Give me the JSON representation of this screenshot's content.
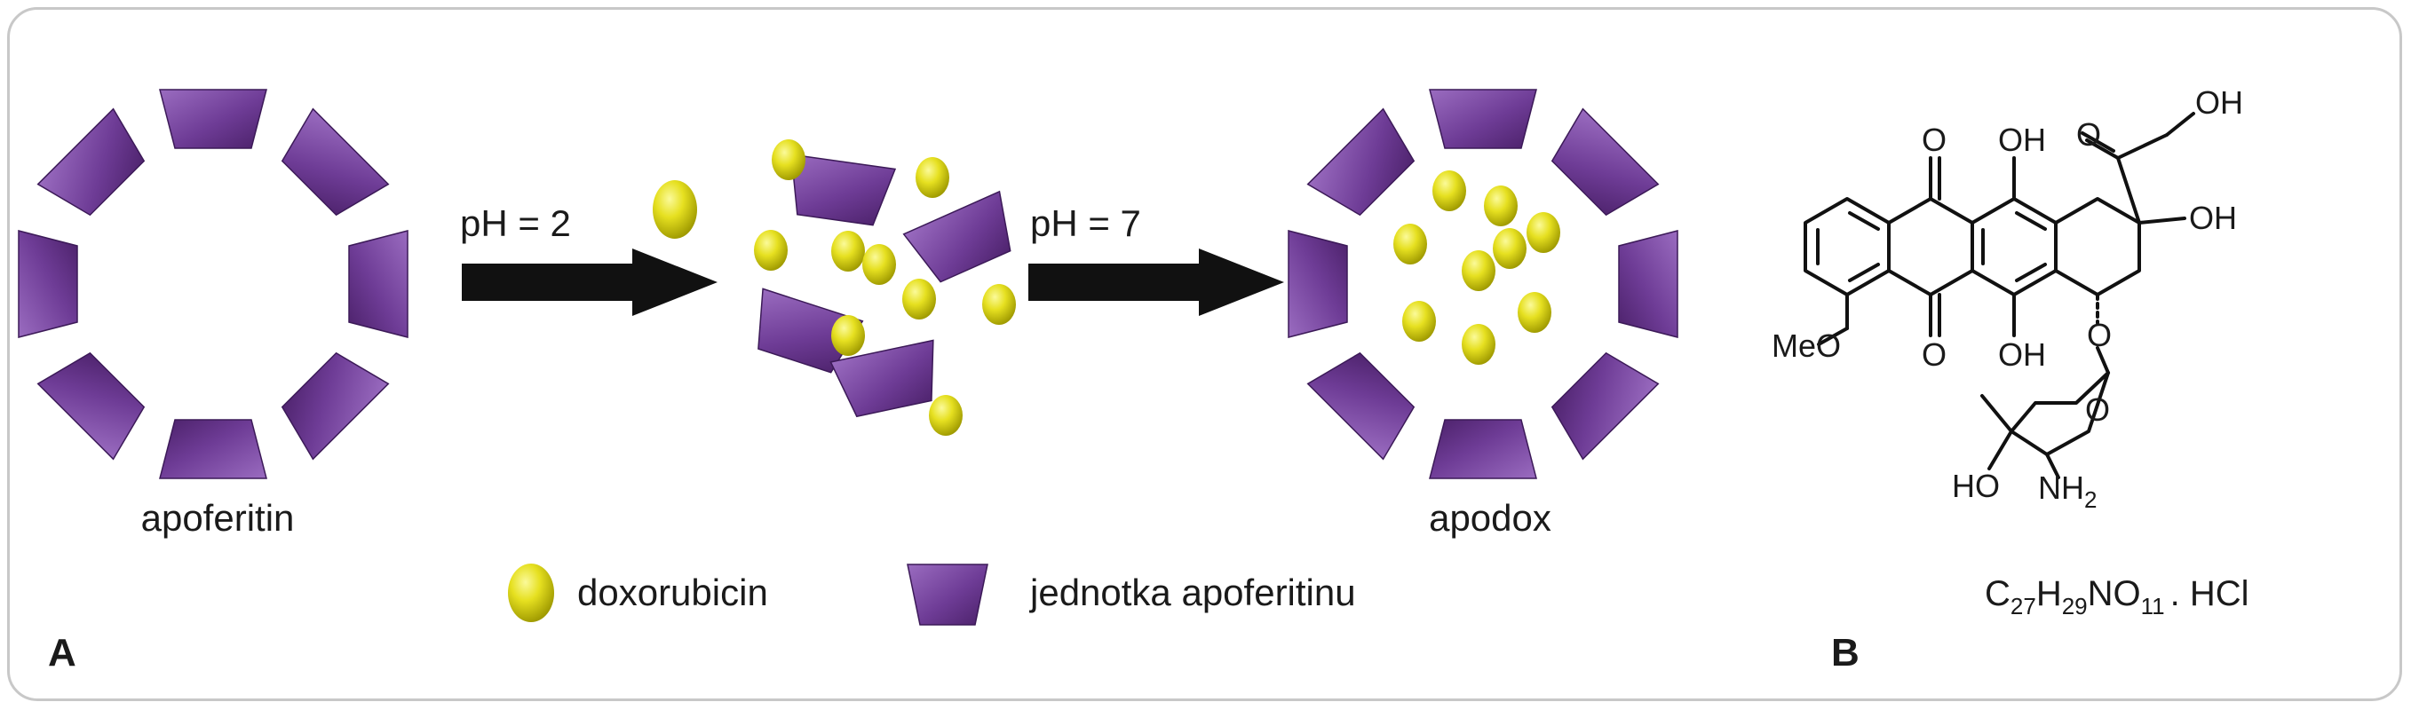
{
  "panel_a": {
    "label": "A",
    "apoferritin_label": "apoferitin",
    "step1_label": "pH = 2",
    "step2_label": "pH = 7",
    "product_label": "apodox",
    "legend": [
      {
        "icon": "doxorubicin-sphere-icon",
        "label": "doxorubicin"
      },
      {
        "icon": "apoferritin-subunit-icon",
        "label": "jednotka apoferitinu"
      }
    ]
  },
  "panel_b": {
    "label": "B",
    "formula": {
      "c": "C",
      "c_sub": "27",
      "h": "H",
      "h_sub": "29",
      "no": "NO",
      "o_sub": "11",
      "salt": ". HCl"
    },
    "atoms": {
      "oh1": "OH",
      "oh2": "OH",
      "oh3": "OH",
      "oh4": "OH",
      "o_top": "O",
      "o_bottom": "O",
      "o_ketone": "O",
      "meo": "MeO",
      "o_ether": "O",
      "o_ring": "O",
      "nh2": "NH",
      "nh2_sub": "2",
      "ho": "HO"
    }
  },
  "colors": {
    "subunit": "#6e3c96",
    "subunit_light": "#9a6cc0",
    "sphere": "#e6e020",
    "sphere_dark": "#9f9a00",
    "arrow": "#111111",
    "border": "#c8c8c8"
  }
}
